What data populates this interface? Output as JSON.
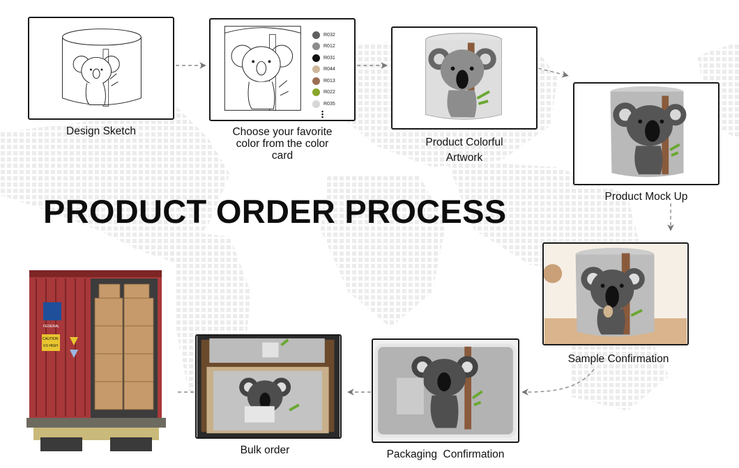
{
  "title": "PRODUCT ORDER PROCESS",
  "steps": {
    "design_sketch": "Design Sketch",
    "color_card_line1": "Choose your favorite",
    "color_card_line2": "color from the color",
    "color_card_line3": "card",
    "artwork_line1": "Product Colorful",
    "artwork_line2": "Artwork",
    "mockup": "Product Mock Up",
    "sample": "Sample Confirmation",
    "packaging": "Packaging  Confirmation",
    "bulk": "Bulk order"
  },
  "color_card": {
    "swatches": [
      {
        "code": "R032",
        "color": "#5f5f5f"
      },
      {
        "code": "R012",
        "color": "#8c8c8c"
      },
      {
        "code": "R031",
        "color": "#111111"
      },
      {
        "code": "R044",
        "color": "#cdb79a"
      },
      {
        "code": "R013",
        "color": "#9c6f55"
      },
      {
        "code": "R022",
        "color": "#8aa52c"
      },
      {
        "code": "R035",
        "color": "#d6d6d6"
      }
    ]
  },
  "container": {
    "brand": "FEDERAL",
    "caution_label": "CAUTION",
    "caution_detail": "9.5 HIGH"
  },
  "colors": {
    "felt_gray": "#b9b9b9",
    "koala_dark": "#555555",
    "leaf_green": "#6aa832",
    "trunk_brown": "#8a5a3c",
    "container_red": "#a8383a"
  }
}
